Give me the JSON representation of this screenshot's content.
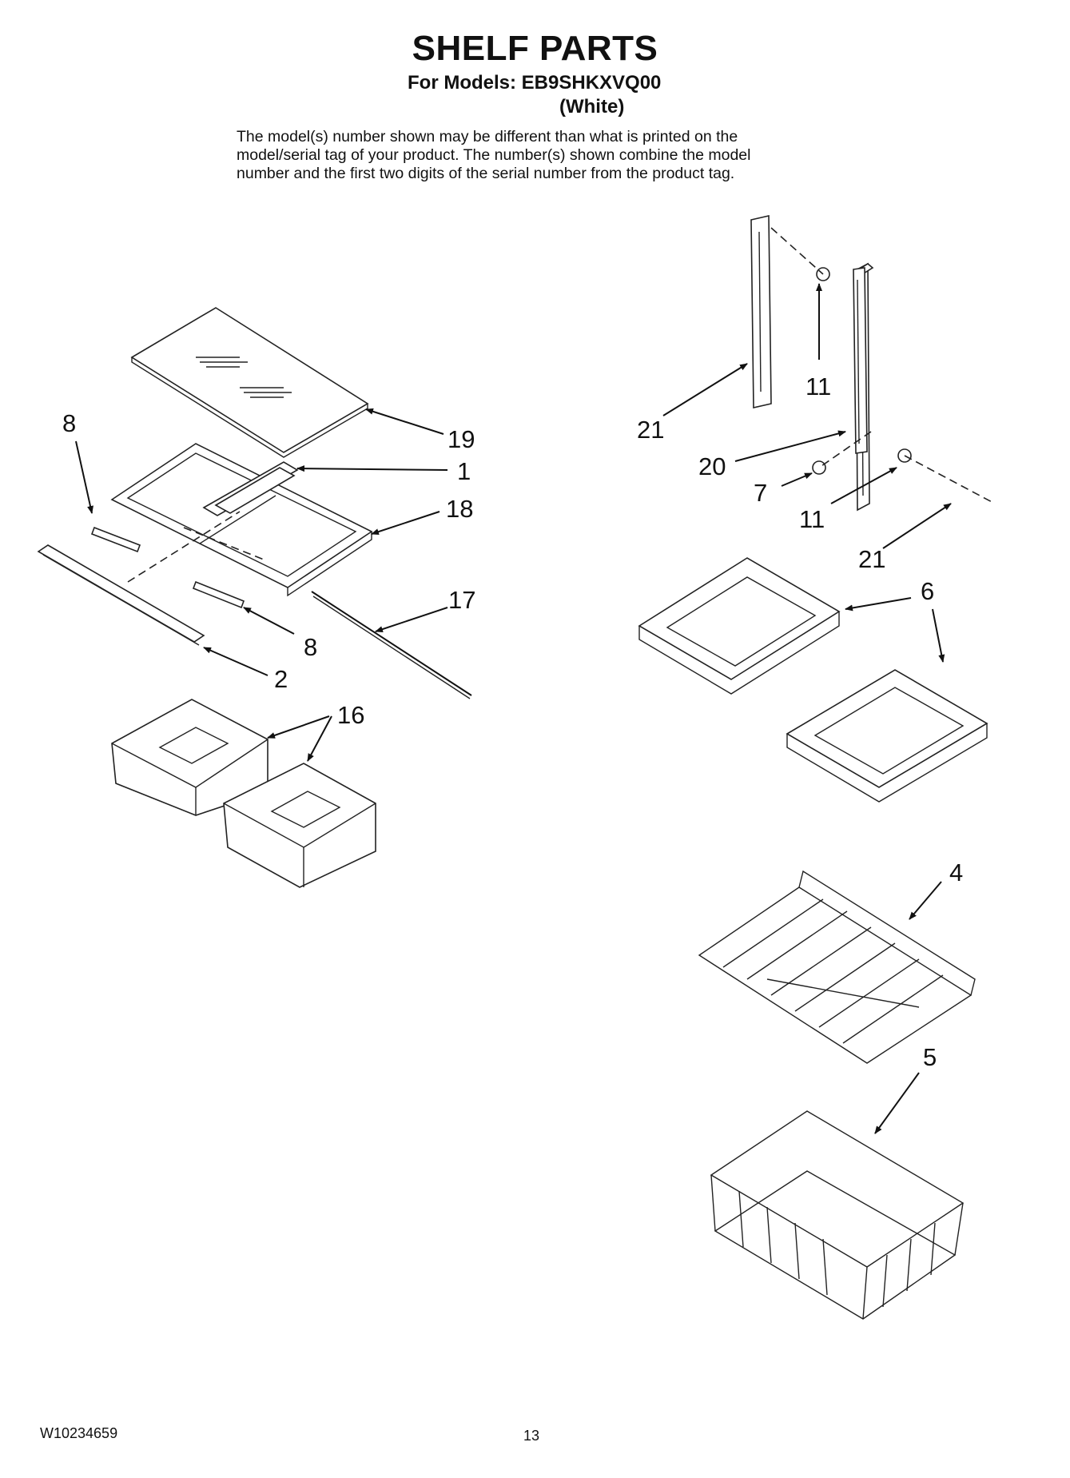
{
  "header": {
    "title": "SHELF PARTS",
    "models_line": "For Models: EB9SHKXVQ00",
    "color_line": "(White)",
    "note_lines": [
      "The model(s) number shown may be different than what is printed on the",
      "model/serial tag of your product. The number(s) shown combine the model",
      "number and the first two digits of the serial number from the product tag."
    ]
  },
  "callouts": {
    "c19": "19",
    "c1": "1",
    "c18": "18",
    "c8a": "8",
    "c8b": "8",
    "c17": "17",
    "c2": "2",
    "c16": "16",
    "c21a": "21",
    "c11a": "11",
    "c20": "20",
    "c7": "7",
    "c11b": "11",
    "c21b": "21",
    "c6": "6",
    "c4": "4",
    "c5": "5"
  },
  "footer": {
    "doc_number": "W10234659",
    "page_number": "13"
  }
}
